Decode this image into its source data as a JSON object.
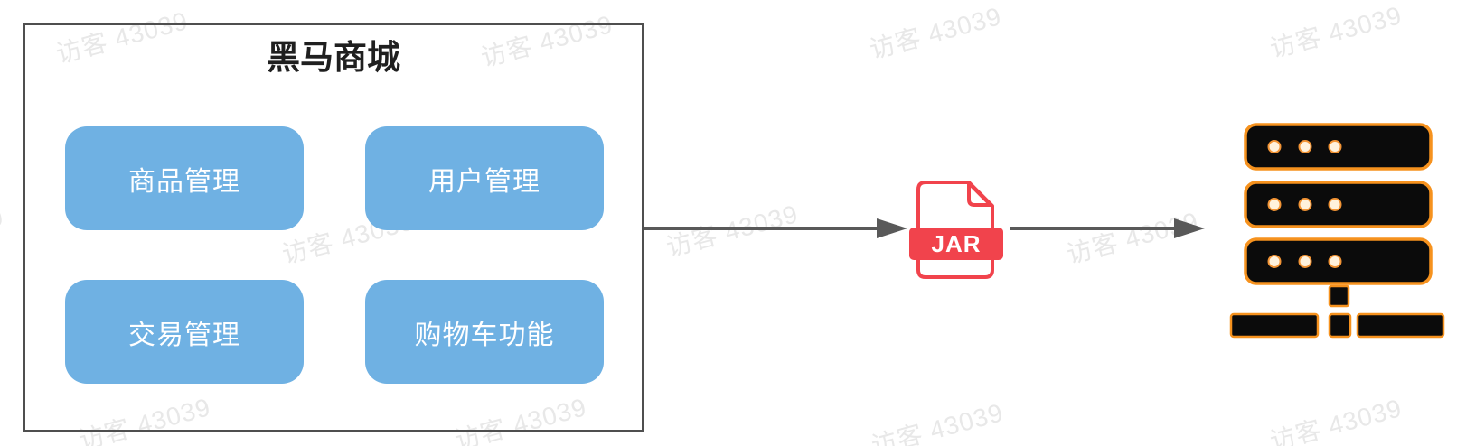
{
  "watermark": {
    "text": "访客 43039",
    "color": "#e8e8e8"
  },
  "monolith": {
    "title": "黑马商城",
    "modules": [
      {
        "label": "商品管理"
      },
      {
        "label": "用户管理"
      },
      {
        "label": "交易管理"
      },
      {
        "label": "购物车功能"
      }
    ],
    "module_fill_color": "#6fb1e3",
    "module_text_color": "#ffffff",
    "border_color": "#4f4f4f"
  },
  "jar_icon": {
    "label": "JAR",
    "accent_color": "#f1434c"
  },
  "server_icon": {
    "outline_color": "#f6921e",
    "body_color": "#0b0b0b",
    "rack_count": 3,
    "leds_per_rack": 3
  },
  "arrow_color": "#595959"
}
